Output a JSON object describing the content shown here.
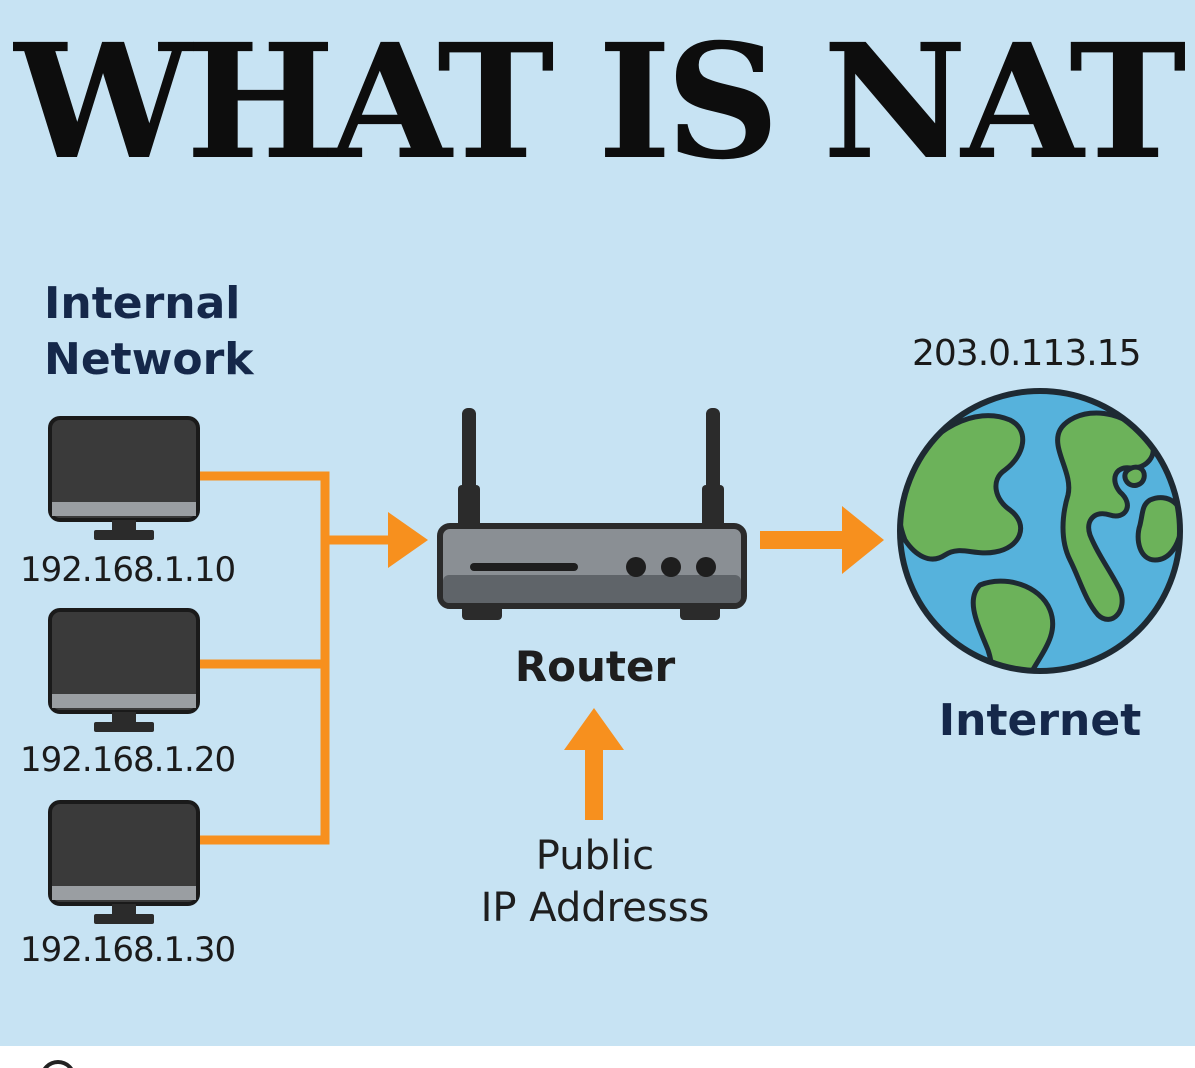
{
  "title": "WHAT IS NAT",
  "internal_network": {
    "heading_line1": "Internal",
    "heading_line2": "Network",
    "computers": [
      {
        "ip": "192.168.1.10",
        "icon": "monitor-icon"
      },
      {
        "ip": "192.168.1.20",
        "icon": "monitor-icon"
      },
      {
        "ip": "192.168.1.30",
        "icon": "monitor-icon"
      }
    ]
  },
  "router": {
    "label": "Router",
    "icon": "router-icon"
  },
  "public_address": {
    "line1": "Public",
    "line2": "IP Addresss"
  },
  "internet": {
    "label": "Internet",
    "ip": "203.0.113.15",
    "icon": "globe-icon"
  },
  "colors": {
    "background": "#c7e3f3",
    "arrow": "#f7901e",
    "heading": "#15284a",
    "ocean": "#56b2dc",
    "land": "#6cb25a",
    "device_dark": "#3a3a3a",
    "router_body": "#8a8f94"
  }
}
